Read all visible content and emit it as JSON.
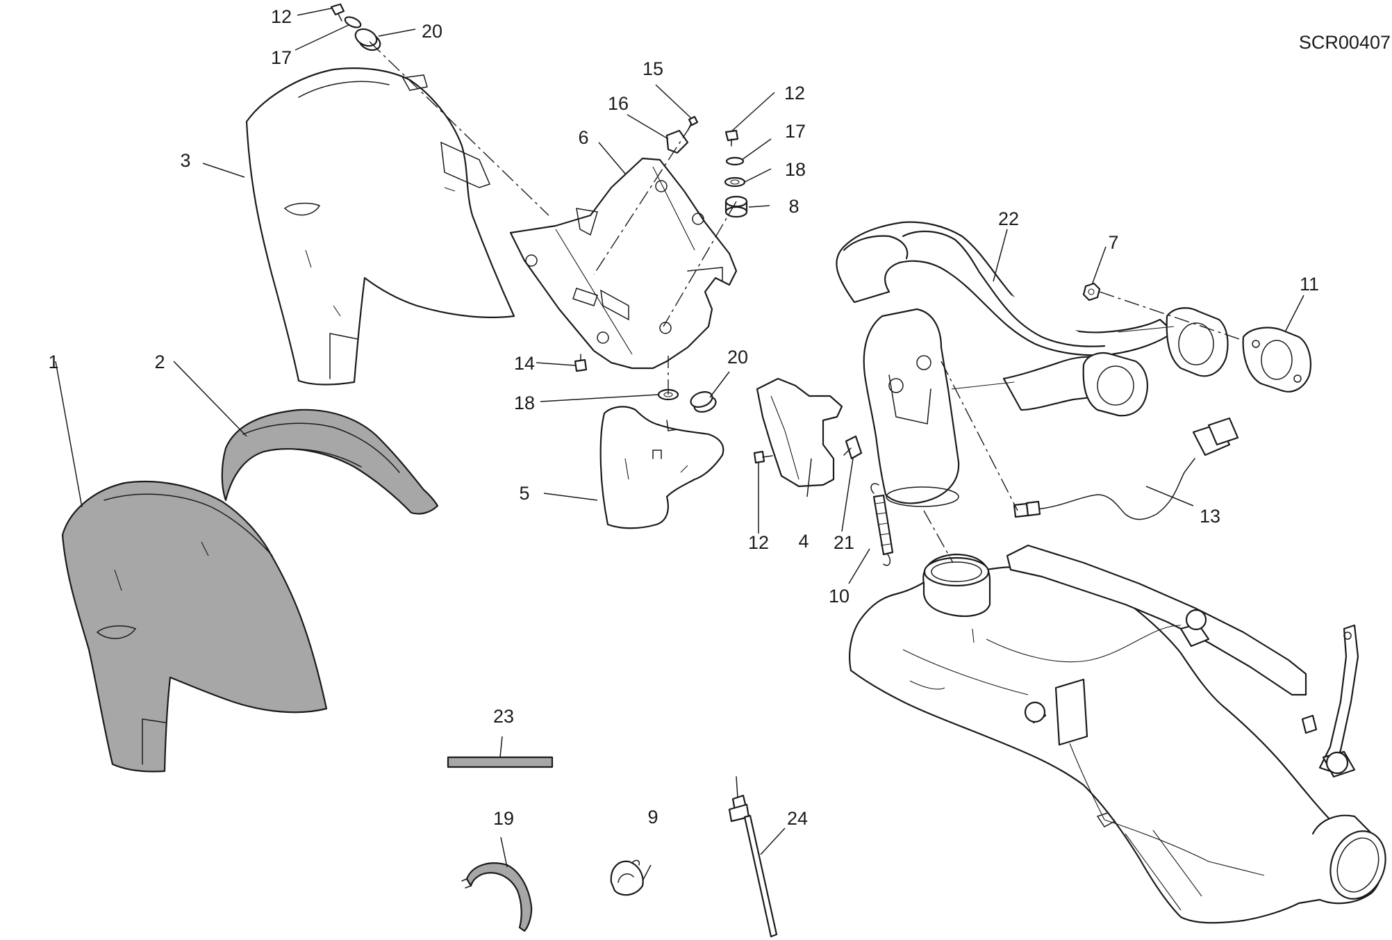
{
  "drawing_code": "SCR00407",
  "callouts": [
    {
      "id": "c1",
      "text": "1"
    },
    {
      "id": "c2",
      "text": "2"
    },
    {
      "id": "c3",
      "text": "3"
    },
    {
      "id": "c4",
      "text": "4"
    },
    {
      "id": "c5",
      "text": "5"
    },
    {
      "id": "c6",
      "text": "6"
    },
    {
      "id": "c7",
      "text": "7"
    },
    {
      "id": "c8",
      "text": "8"
    },
    {
      "id": "c9",
      "text": "9"
    },
    {
      "id": "c10",
      "text": "10"
    },
    {
      "id": "c11",
      "text": "11"
    },
    {
      "id": "c12a",
      "text": "12"
    },
    {
      "id": "c12b",
      "text": "12"
    },
    {
      "id": "c12c",
      "text": "12"
    },
    {
      "id": "c13",
      "text": "13"
    },
    {
      "id": "c14",
      "text": "14"
    },
    {
      "id": "c15",
      "text": "15"
    },
    {
      "id": "c16",
      "text": "16"
    },
    {
      "id": "c17a",
      "text": "17"
    },
    {
      "id": "c17b",
      "text": "17"
    },
    {
      "id": "c18a",
      "text": "18"
    },
    {
      "id": "c18b",
      "text": "18"
    },
    {
      "id": "c19",
      "text": "19"
    },
    {
      "id": "c20a",
      "text": "20"
    },
    {
      "id": "c20b",
      "text": "20"
    },
    {
      "id": "c21",
      "text": "21"
    },
    {
      "id": "c22",
      "text": "22"
    },
    {
      "id": "c23",
      "text": "23"
    },
    {
      "id": "c24",
      "text": "24"
    }
  ],
  "colors": {
    "line": "#1a1a1a",
    "shaded_part": "#a7a7a7",
    "background": "#ffffff"
  }
}
